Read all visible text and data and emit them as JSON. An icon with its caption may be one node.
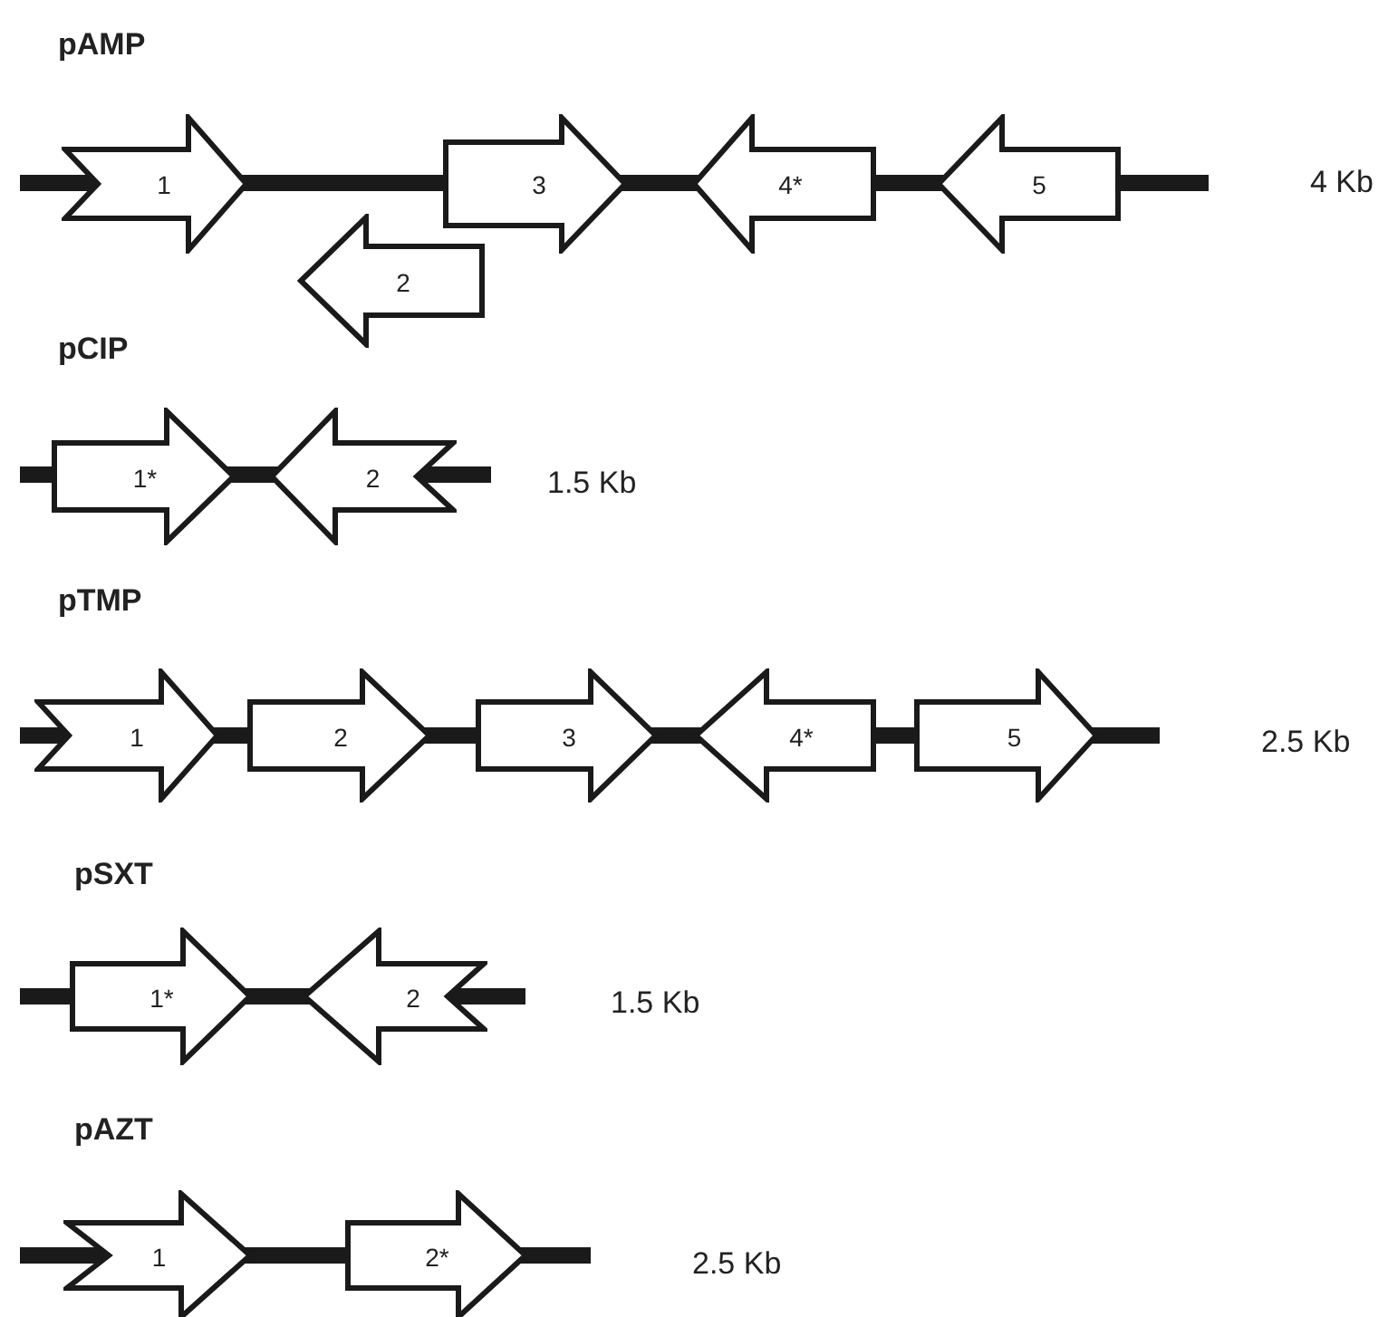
{
  "diagram": {
    "nodes": [
      {
        "text": [
          "1"
        ]
      },
      {
        "text": [
          "3"
        ]
      },
      {
        "text": [
          "4*"
        ]
      },
      {
        "text": [
          "5"
        ]
      },
      {
        "text": [
          "2"
        ]
      },
      {
        "text": [
          "1*"
        ]
      },
      {
        "text": [
          "2"
        ]
      },
      {
        "text": [
          "1"
        ]
      },
      {
        "text": [
          "2"
        ]
      },
      {
        "text": [
          "3"
        ]
      },
      {
        "text": [
          "4*"
        ]
      },
      {
        "text": [
          "5"
        ]
      },
      {
        "text": [
          "1*"
        ]
      },
      {
        "text": [
          "2"
        ]
      },
      {
        "text": [
          "1"
        ]
      },
      {
        "text": [
          "2*"
        ]
      }
    ],
    "labels": [
      "pAMP",
      "4 Kb",
      "pCIP",
      "1.5 Kb",
      "pTMP",
      "2.5 Kb",
      "pSXT",
      "1.5 Kb",
      "pAZT",
      "2.5 Kb"
    ]
  }
}
